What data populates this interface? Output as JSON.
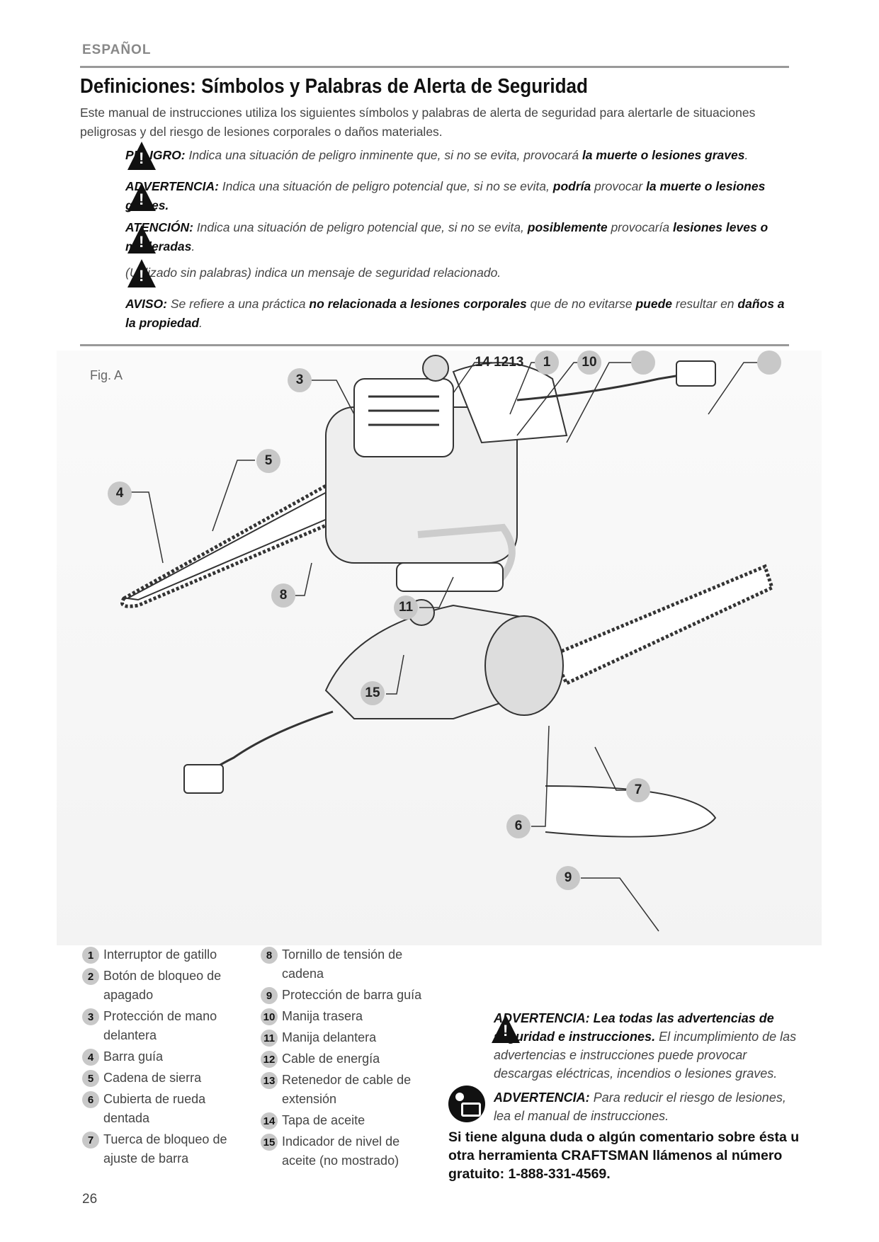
{
  "header": {
    "language": "ESPAÑOL",
    "title": "Definiciones: Símbolos y Palabras de Alerta de Seguridad",
    "intro": "Este manual de instrucciones utiliza los siguientes símbolos y palabras de alerta de seguridad para alertarle de situaciones peligrosas y del riesgo de lesiones corporales o daños materiales."
  },
  "warnings": {
    "peligro": {
      "label": "PELIGRO:",
      "text": " Indica una situación de peligro inminente que, si no se evita, provocará ",
      "bold": "la muerte o lesiones graves",
      "end": "."
    },
    "advertencia": {
      "label": "ADVERTENCIA:",
      "text": " Indica una situación de peligro potencial que, si no se evita, ",
      "bold1": "podría",
      "mid": " provocar ",
      "bold2": "la muerte o lesiones graves."
    },
    "atencion": {
      "label": "ATENCIÓN:",
      "text": " Indica una situación de peligro potencial que, si no se evita, ",
      "bold1": "posiblemente",
      "mid": " provocaría ",
      "bold2": "lesiones leves o moderadas",
      "end": "."
    },
    "sinpalabras": {
      "text": "(Utilizado sin palabras) indica un mensaje de seguridad relacionado."
    },
    "aviso": {
      "label": "AVISO:",
      "text": " Se refiere a una práctica ",
      "bold1": "no relacionada a lesiones corporales",
      "mid": " que de no evitarse ",
      "bold2": "puede",
      "mid2": " resultar en ",
      "bold3": "daños a la propiedad",
      "end": "."
    }
  },
  "figure": {
    "label": "Fig. A",
    "callouts": {
      "c14": "14",
      "c12": "12",
      "c13": "13",
      "c1": "1",
      "c10": "10",
      "c3": "3",
      "c5": "5",
      "c4": "4",
      "c8": "8",
      "c11": "11",
      "c15": "15",
      "c7": "7",
      "c6": "6",
      "c9": "9"
    }
  },
  "legend": [
    {
      "n": "1",
      "t": "Interruptor de gatillo"
    },
    {
      "n": "2",
      "t": "Botón de bloqueo de apagado"
    },
    {
      "n": "3",
      "t": "Protección de mano delantera"
    },
    {
      "n": "4",
      "t": "Barra guía"
    },
    {
      "n": "5",
      "t": "Cadena de sierra"
    },
    {
      "n": "6",
      "t": "Cubierta de rueda dentada"
    },
    {
      "n": "7",
      "t": "Tuerca de bloqueo de ajuste de barra"
    },
    {
      "n": "8",
      "t": "Tornillo de tensión de cadena"
    },
    {
      "n": "9",
      "t": "Protección de barra guía"
    },
    {
      "n": "10",
      "t": "Manija trasera"
    },
    {
      "n": "11",
      "t": "Manija delantera"
    },
    {
      "n": "12",
      "t": "Cable de energía"
    },
    {
      "n": "13",
      "t": "Retenedor de cable de extensión"
    },
    {
      "n": "14",
      "t": "Tapa de aceite"
    },
    {
      "n": "15",
      "t": "Indicador de nivel de aceite (no mostrado)"
    }
  ],
  "bottom": {
    "w1": {
      "label": "ADVERTENCIA: Lea todas las advertencias de seguridad e instrucciones.",
      "text": " El incumplimiento de las advertencias e instrucciones puede provocar descargas eléctricas, incendios o lesiones graves."
    },
    "w2": {
      "label": "ADVERTENCIA:",
      "text": " Para reducir el riesgo de lesiones, lea el manual de instrucciones."
    },
    "contact": "Si tiene alguna duda o algún comentario sobre ésta u otra herramienta CRAFTSMAN llámenos al número gratuito: 1-888-331-4569."
  },
  "page_number": "26"
}
